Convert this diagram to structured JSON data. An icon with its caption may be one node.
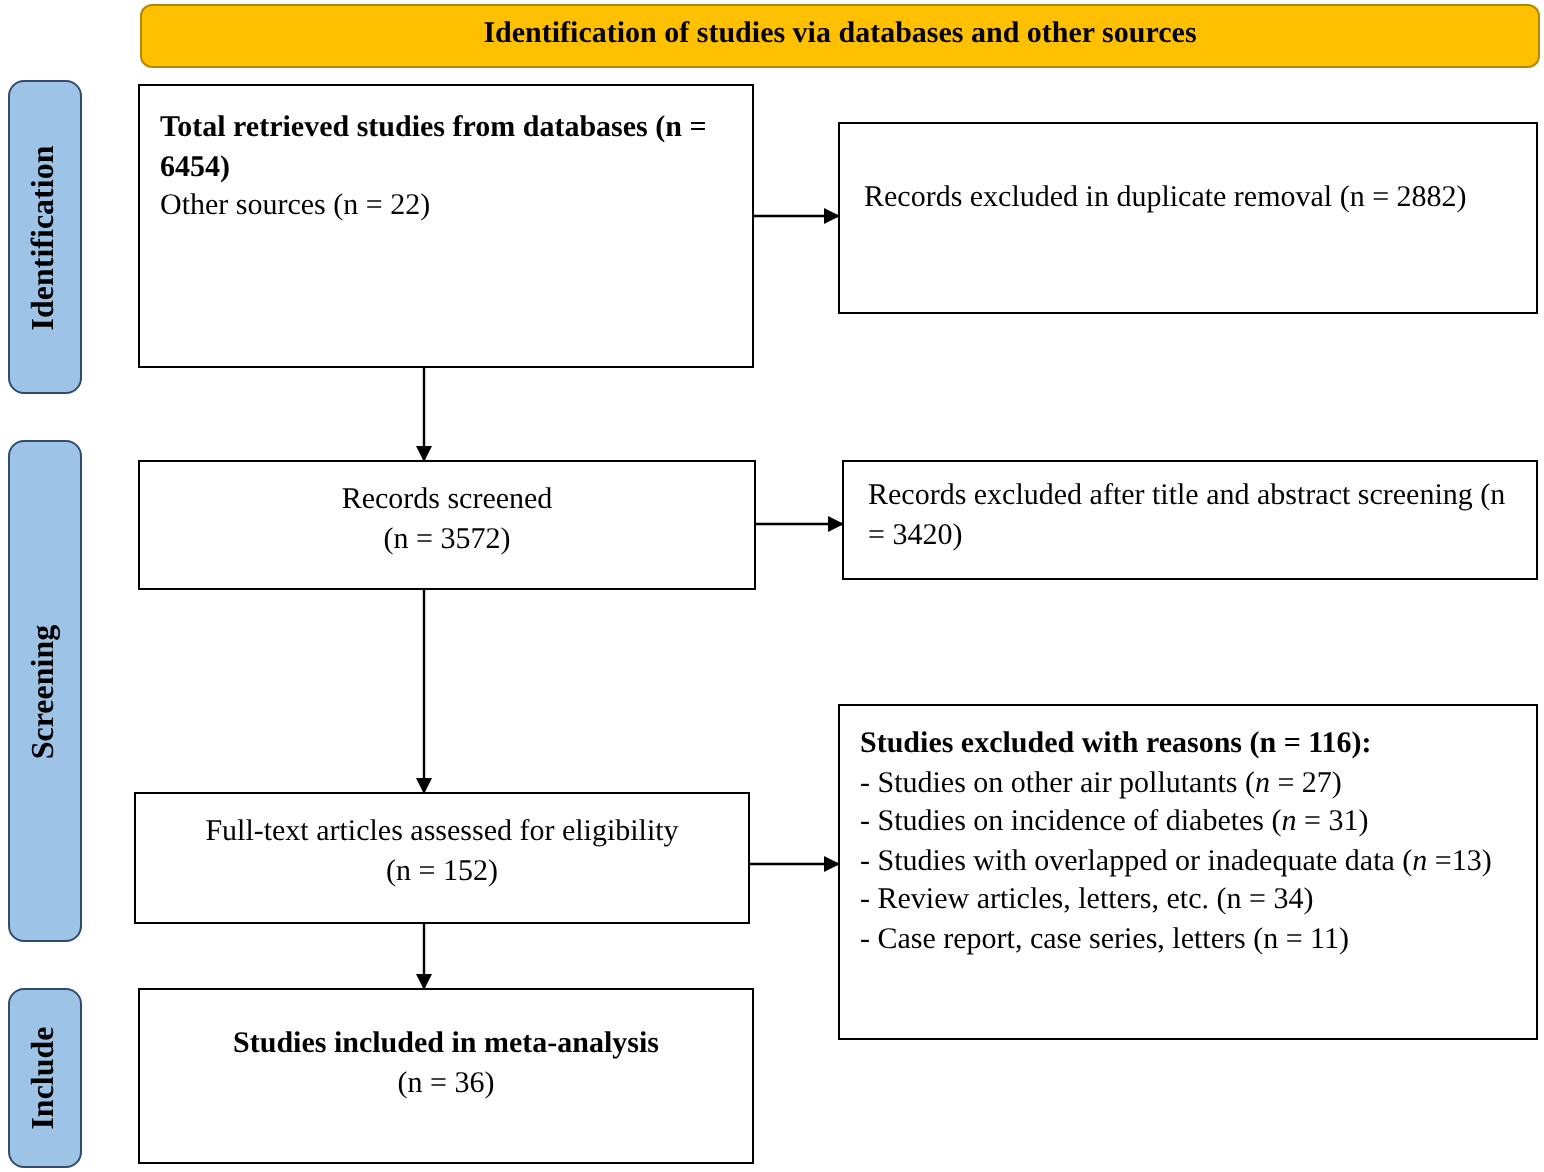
{
  "diagram": {
    "nodes": [
      {
        "text": [
          "Identification of studies via databases and other sources"
        ]
      },
      {
        "text": [
          "Identification"
        ]
      },
      {
        "text": [
          "Screening"
        ]
      },
      {
        "text": [
          "Include"
        ]
      },
      {
        "text": [
          "Total retrieved studies from databases (n = 6454)",
          "Other sources (n = 22)"
        ]
      },
      {
        "text": [
          "Records excluded in duplicate removal (n = 2882)"
        ]
      },
      {
        "text": [
          "Records screened",
          "(n = 3572)"
        ]
      },
      {
        "text": [
          "Records excluded after title and abstract screening (n = 3420)"
        ]
      },
      {
        "text": [
          "Full-text articles assessed for eligibility",
          "(n = 152)"
        ]
      },
      {
        "text": [
          "Studies excluded with reasons (n = 116):",
          "- Studies on other air pollutants (*n* = 27)",
          "- Studies on incidence of diabetes (*n* = 31)",
          "- Studies with overlapped or inadequate data (*n* =13)",
          "- Review articles, letters, etc. (n = 34)",
          "- Case report, case series, letters (n = 11)"
        ]
      },
      {
        "text": [
          "Studies included in meta-analysis",
          "(n = 36)"
        ]
      }
    ],
    "edges": [
      {
        "from": 4,
        "to": 5,
        "arrow": "to"
      },
      {
        "from": 4,
        "to": 6,
        "arrow": "to"
      },
      {
        "from": 6,
        "to": 7,
        "arrow": "to"
      },
      {
        "from": 6,
        "to": 8,
        "arrow": "to"
      },
      {
        "from": 8,
        "to": 9,
        "arrow": "to"
      },
      {
        "from": 8,
        "to": 10,
        "arrow": "to"
      }
    ]
  }
}
